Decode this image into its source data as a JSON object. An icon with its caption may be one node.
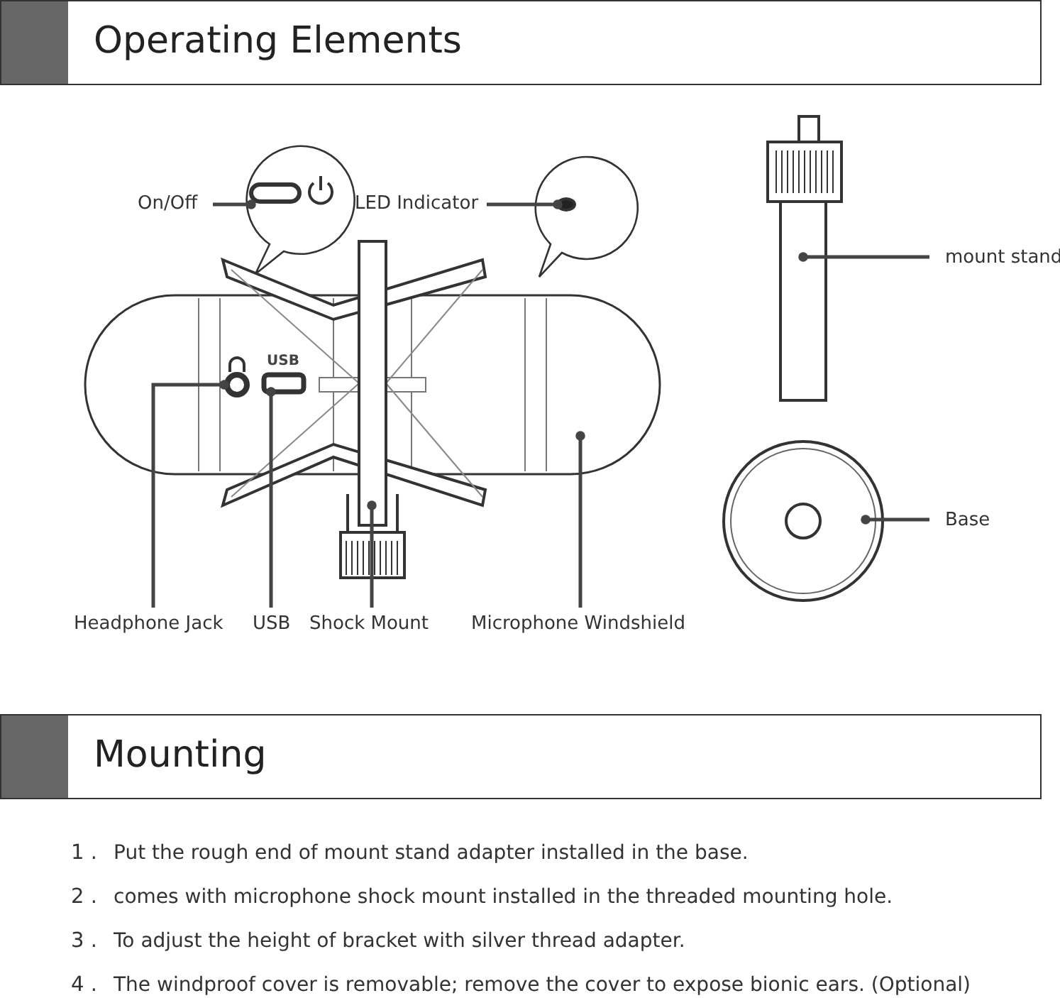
{
  "diagram": {
    "nodes": [
      {
        "text": [
          "Operating Elements"
        ]
      },
      {
        "text": [
          "On/Off"
        ]
      },
      {
        "text": [],
        "shape": "button"
      },
      {
        "text": [
          "LED Indicator"
        ]
      },
      {
        "text": [],
        "shape": "circle"
      },
      {
        "text": [],
        "shape": "bar"
      },
      {
        "text": [
          "mount stand"
        ]
      },
      {
        "text": [],
        "shape": "box"
      },
      {
        "text": [],
        "shape": "circle"
      },
      {
        "text": [],
        "shape": "box"
      },
      {
        "text": [],
        "shape": "bar"
      },
      {
        "text": [],
        "shape": "circle"
      },
      {
        "text": [
          "Base"
        ]
      },
      {
        "text": [
          "Headphone Jack"
        ]
      },
      {
        "text": [
          "USB"
        ]
      },
      {
        "text": [
          "Shock Mount"
        ]
      },
      {
        "text": [
          "Microphone Windshield"
        ]
      },
      {
        "text": [
          "Mounting"
        ]
      }
    ],
    "edges": [
      {
        "from": 1,
        "to": 2,
        "arrow": "other"
      },
      {
        "from": 3,
        "to": 4,
        "arrow": "other"
      },
      {
        "from": 6,
        "to": 10,
        "arrow": "other"
      },
      {
        "from": 12,
        "to": 11,
        "arrow": "other"
      },
      {
        "from": 13,
        "to": 8,
        "arrow": "other"
      },
      {
        "from": 14,
        "to": 9,
        "arrow": "other"
      },
      {
        "from": 15,
        "to": 5,
        "arrow": "other"
      },
      {
        "from": 16,
        "to": 7,
        "arrow": "other"
      }
    ],
    "labels": [
      "USB",
      "1 .",
      "Put the rough end of mount stand adapter installed in the base.",
      "2 .",
      "comes with microphone shock mount installed in the threaded mounting hole.",
      "3 .",
      "To adjust the height of bracket with silver thread adapter.",
      "4 .",
      "The windproof cover is removable; remove the cover to expose bionic ears. (Optional)"
    ]
  }
}
